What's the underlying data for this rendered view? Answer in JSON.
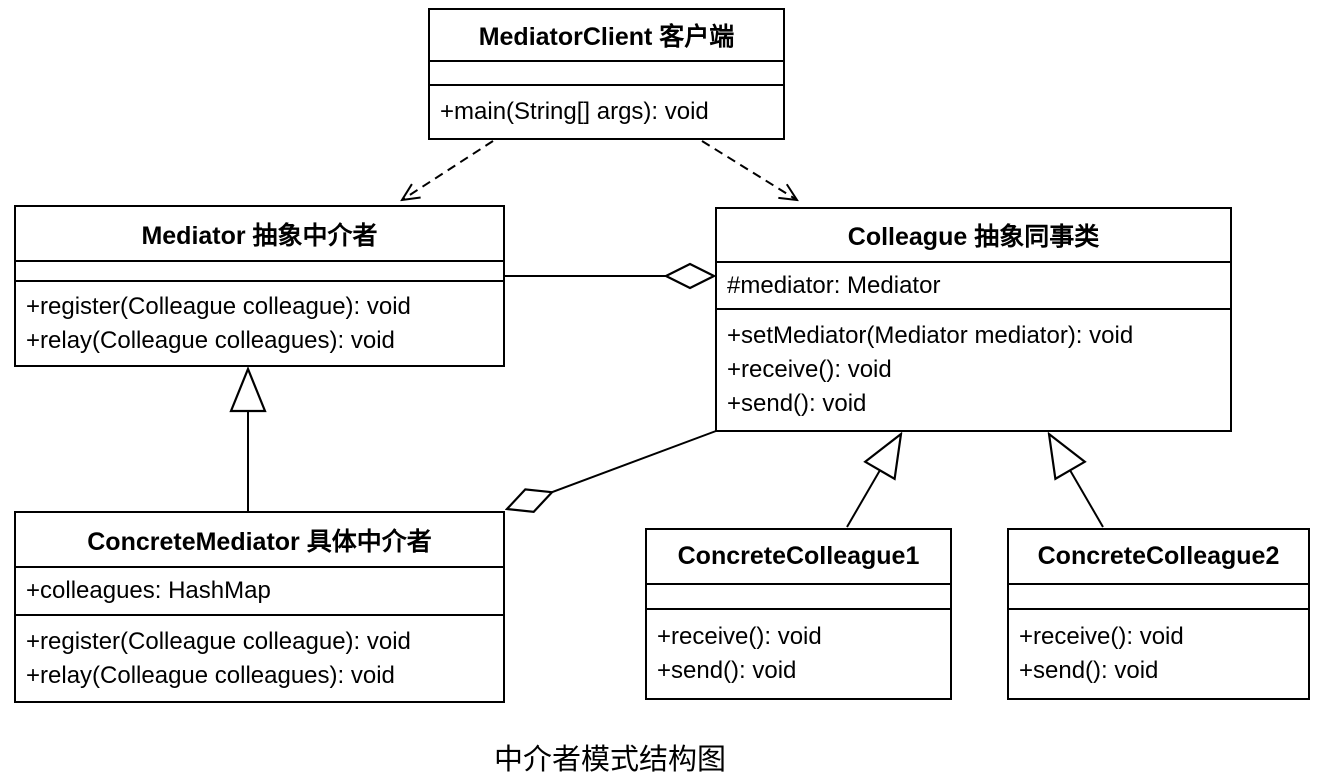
{
  "diagram": {
    "caption": "中介者模式结构图",
    "colors": {
      "line": "#000000",
      "box_fill": "#ffffff",
      "background": "#ffffff"
    },
    "classes": {
      "client": {
        "title": "MediatorClient 客户端",
        "attributes": [],
        "methods": [
          "+main(String[] args): void"
        ]
      },
      "mediator": {
        "title": "Mediator 抽象中介者",
        "attributes": [],
        "methods": [
          "+register(Colleague colleague): void",
          "+relay(Colleague colleagues): void"
        ]
      },
      "colleague": {
        "title": "Colleague 抽象同事类",
        "attributes": [
          "#mediator: Mediator"
        ],
        "methods": [
          "+setMediator(Mediator mediator): void",
          "+receive(): void",
          "+send(): void"
        ]
      },
      "concrete_mediator": {
        "title": "ConcreteMediator 具体中介者",
        "attributes": [
          "+colleagues: HashMap"
        ],
        "methods": [
          "+register(Colleague colleague): void",
          "+relay(Colleague colleagues): void"
        ]
      },
      "concrete_colleague1": {
        "title": "ConcreteColleague1",
        "attributes": [],
        "methods": [
          "+receive(): void",
          "+send(): void"
        ]
      },
      "concrete_colleague2": {
        "title": "ConcreteColleague2",
        "attributes": [],
        "methods": [
          "+receive(): void",
          "+send(): void"
        ]
      }
    },
    "relationships": [
      {
        "type": "dependency",
        "from": "MediatorClient",
        "to": "Mediator",
        "style": "dashed-open-arrow"
      },
      {
        "type": "dependency",
        "from": "MediatorClient",
        "to": "Colleague",
        "style": "dashed-open-arrow"
      },
      {
        "type": "aggregation",
        "from": "Mediator",
        "to": "Colleague",
        "diamond_at": "Colleague"
      },
      {
        "type": "generalization",
        "from": "ConcreteMediator",
        "to": "Mediator"
      },
      {
        "type": "aggregation",
        "from": "Colleague",
        "to": "ConcreteMediator",
        "diamond_at": "ConcreteMediator"
      },
      {
        "type": "generalization",
        "from": "ConcreteColleague1",
        "to": "Colleague"
      },
      {
        "type": "generalization",
        "from": "ConcreteColleague2",
        "to": "Colleague"
      }
    ]
  }
}
